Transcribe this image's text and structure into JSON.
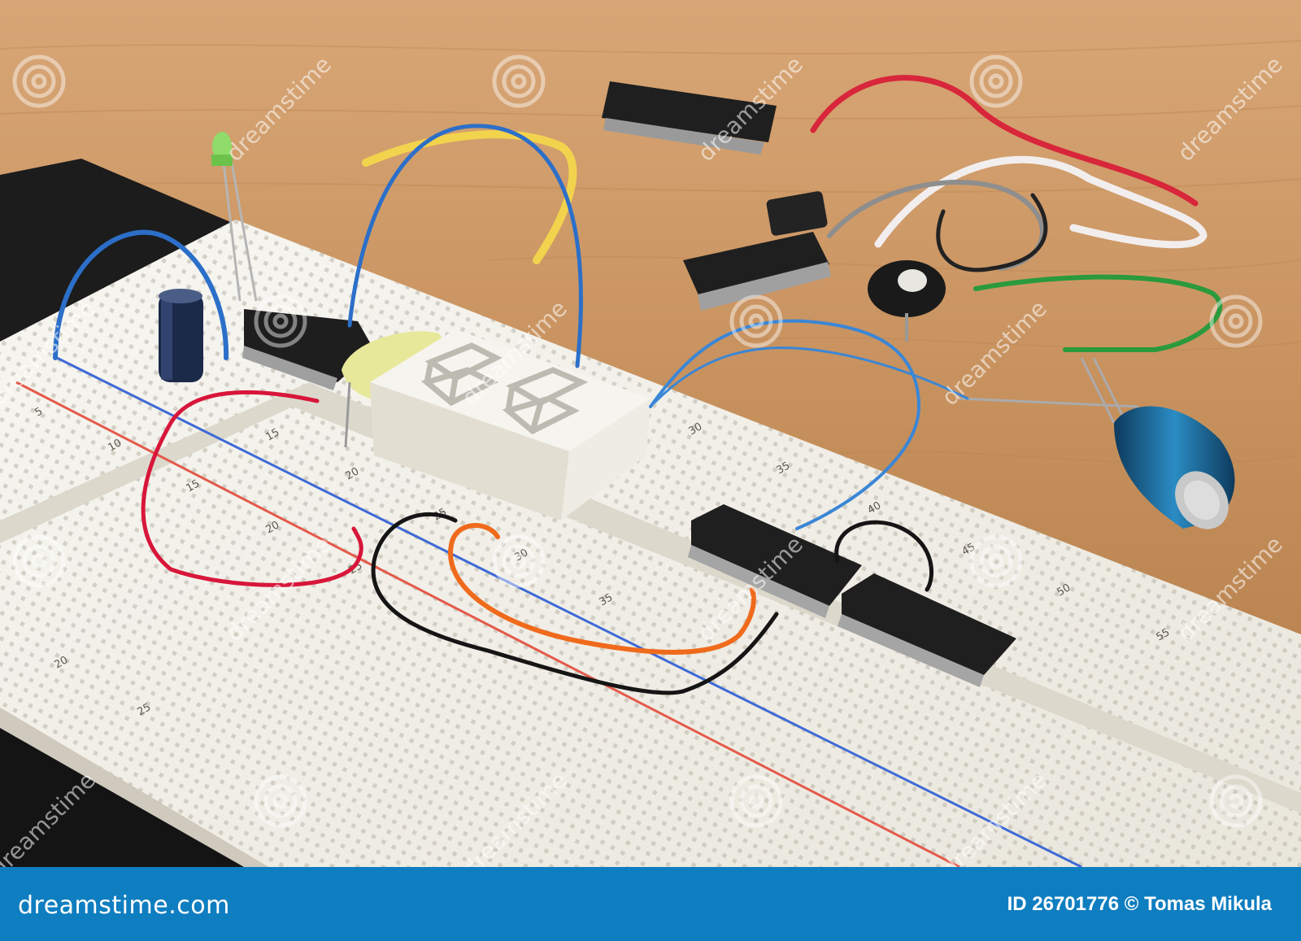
{
  "footer": {
    "brand": "dreamstime.com",
    "credit": "ID 26701776 © Tomas Mikula"
  },
  "watermark": {
    "text": "dreamstime"
  },
  "breadboard": {
    "row_numbers": [
      "5",
      "10",
      "15",
      "15",
      "20",
      "20",
      "25",
      "25",
      "30",
      "30",
      "35",
      "35",
      "40",
      "45",
      "50",
      "55",
      "20",
      "25"
    ]
  },
  "colors": {
    "footer": "#0f7ec0",
    "table": "#c99a6b",
    "breadboard": "#f1efe8",
    "wire_red": "#d8163a",
    "wire_blue": "#2c6fc9",
    "wire_orange": "#f06a1c",
    "wire_black": "#151515",
    "wire_yellow": "#f2d34e",
    "wire_green": "#2a9a3c"
  },
  "icons": [
    "seven-segment-display",
    "led-icon",
    "capacitor-icon",
    "chip-icon",
    "potentiometer-icon"
  ]
}
